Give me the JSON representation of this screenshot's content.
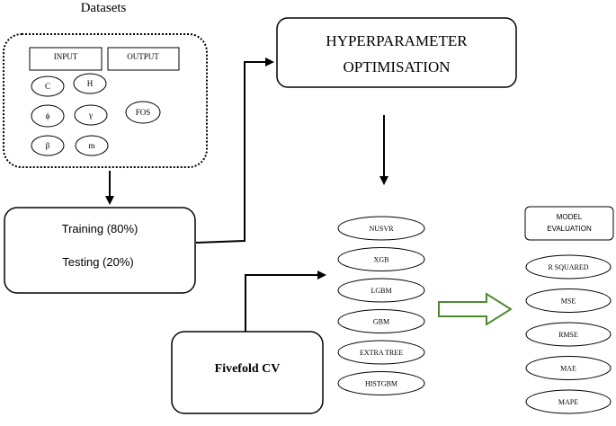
{
  "datasets": {
    "title": "Datasets",
    "input_label": "INPUT",
    "output_label": "OUTPUT",
    "params": [
      "C",
      "H",
      "ϕ",
      "γ",
      "β",
      "m"
    ],
    "output_param": "FOS"
  },
  "split": {
    "training": "Training (80%)",
    "testing": "Testing (20%)"
  },
  "hyperparameter": {
    "line1": "HYPERPARAMETER",
    "line2": "OPTIMISATION"
  },
  "cv": {
    "label": "Fivefold CV"
  },
  "models": [
    "NUSVR",
    "XGB",
    "LGBM",
    "GBM",
    "EXTRA TREE",
    "HISTGBM"
  ],
  "evaluation": {
    "title_line1": "MODEL",
    "title_line2": "EVALUATION",
    "metrics": [
      "R SQUARED",
      "MSE",
      "RMSE",
      "MAE",
      "MAPE"
    ]
  },
  "colors": {
    "stroke": "#000000",
    "arrow_outline": "#4f8a2e",
    "arrow_fill": "#ffffff"
  },
  "icons": {
    "flow_arrow": "solid-arrow",
    "transfer_arrow": "hollow-block-arrow"
  }
}
